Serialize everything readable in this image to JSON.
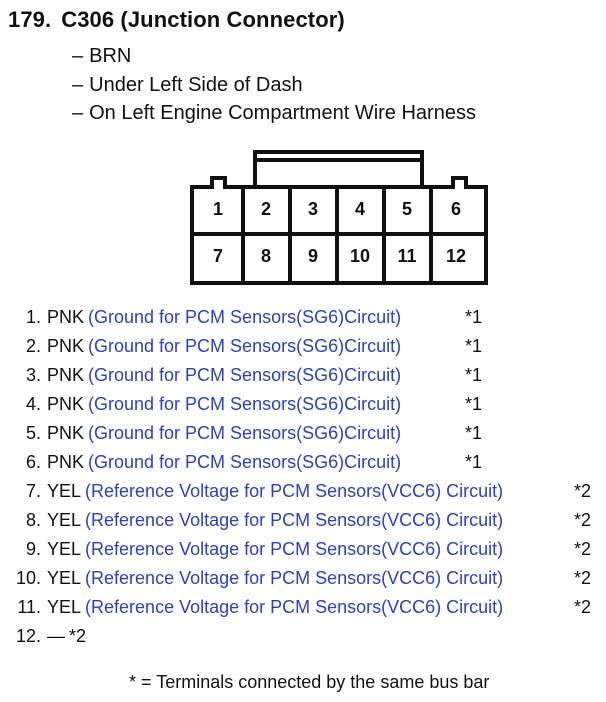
{
  "header": {
    "number": "179.",
    "title": "C306 (Junction Connector)"
  },
  "details": [
    {
      "dash": "–",
      "text": "BRN"
    },
    {
      "dash": "–",
      "text": "Under Left Side of Dash"
    },
    {
      "dash": "–",
      "text": "On Left Engine Compartment Wire Harness"
    }
  ],
  "connector": {
    "top_row": [
      "1",
      "2",
      "3",
      "4",
      "5",
      "6"
    ],
    "bottom_row": [
      "7",
      "8",
      "9",
      "10",
      "11",
      "12"
    ]
  },
  "pins": [
    {
      "num": "1.",
      "color": "PNK",
      "circuit": "(Ground for PCM Sensors(SG6)Circuit)",
      "note": "*1"
    },
    {
      "num": "2.",
      "color": "PNK",
      "circuit": "(Ground for PCM Sensors(SG6)Circuit)",
      "note": "*1"
    },
    {
      "num": "3.",
      "color": "PNK",
      "circuit": "(Ground for PCM Sensors(SG6)Circuit)",
      "note": "*1"
    },
    {
      "num": "4.",
      "color": "PNK",
      "circuit": "(Ground for PCM Sensors(SG6)Circuit)",
      "note": "*1"
    },
    {
      "num": "5.",
      "color": "PNK",
      "circuit": "(Ground for PCM Sensors(SG6)Circuit)",
      "note": "*1"
    },
    {
      "num": "6.",
      "color": "PNK",
      "circuit": "(Ground for PCM Sensors(SG6)Circuit)",
      "note": "*1"
    },
    {
      "num": "7.",
      "color": "YEL",
      "circuit": "(Reference Voltage for PCM Sensors(VCC6) Circuit)",
      "note": "*2"
    },
    {
      "num": "8.",
      "color": "YEL",
      "circuit": "(Reference Voltage for PCM Sensors(VCC6) Circuit)",
      "note": "*2"
    },
    {
      "num": "9.",
      "color": "YEL",
      "circuit": "(Reference Voltage for PCM Sensors(VCC6) Circuit)",
      "note": "*2"
    },
    {
      "num": "10.",
      "color": "YEL",
      "circuit": "(Reference Voltage for PCM Sensors(VCC6) Circuit)",
      "note": "*2"
    },
    {
      "num": "11.",
      "color": "YEL",
      "circuit": "(Reference Voltage for PCM Sensors(VCC6) Circuit)",
      "note": "*2"
    },
    {
      "num": "12.",
      "color": "—",
      "circuit": "",
      "note": "*2"
    }
  ],
  "footnote": "* = Terminals connected by the same bus bar",
  "colors": {
    "text": "#111111",
    "circuit_text": "#2b3fbf"
  }
}
